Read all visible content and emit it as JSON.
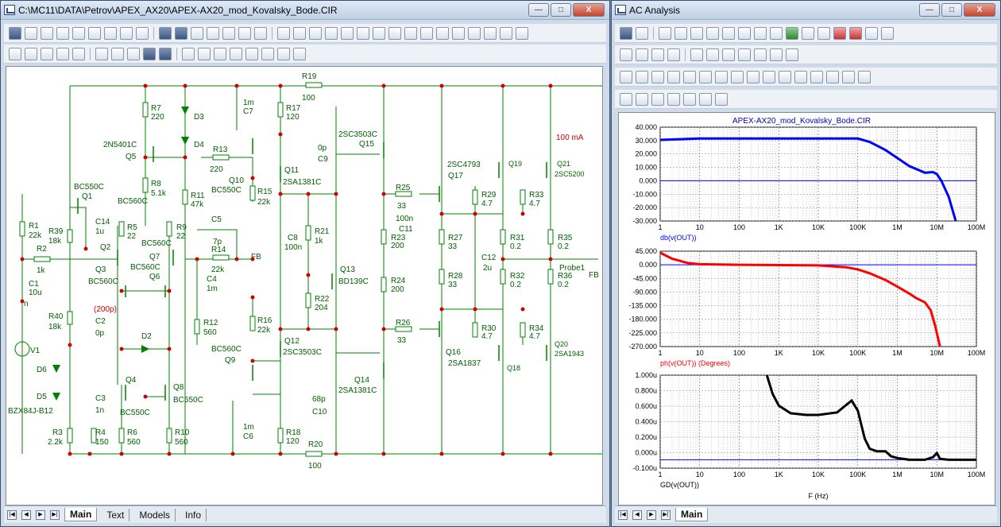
{
  "schematic_window": {
    "title": "C:\\MC11\\DATA\\Petrov\\APEX_AX20\\APEX-AX20_mod_Kovalsky_Bode.CIR",
    "tabs": [
      "Main",
      "Text",
      "Models",
      "Info"
    ]
  },
  "analysis_window": {
    "title": "AC Analysis",
    "tab": "Main",
    "chart_title": "APEX-AX20_mod_Kovalsky_Bode.CIR"
  },
  "window_buttons": {
    "minimize": "—",
    "maximize": "□",
    "close": "X"
  },
  "nav_arrows": [
    "|◀",
    "◀",
    "▶",
    "▶|"
  ],
  "components": {
    "R1": "R1",
    "R1v": "22k",
    "R2": "R2",
    "R2v": "1k",
    "R39": "R39",
    "R39v": "18k",
    "R40": "R40",
    "R40v": "18k",
    "C1": "C1",
    "C1v": "10u",
    "C14": "C14",
    "C14v": "1u",
    "V1": "V1",
    "Q1": "Q1",
    "Q1t": "BC550C",
    "Q2": "Q2",
    "Q3": "Q3",
    "Q3t": "BC560C",
    "R5": "R5",
    "R5v": "22",
    "BC560Ca": "BC560C",
    "BC560Cb": "BC560C",
    "Q7": "Q7",
    "Q6": "Q6",
    "R9": "R9",
    "R9v": "22",
    "C2": "C2",
    "C2v": "0p",
    "C2note": "(200p)",
    "D2": "D2",
    "D6": "D6",
    "D5": "D5",
    "D5t": "BZX84J-B12",
    "C3": "C3",
    "C3v": "1n",
    "Q4": "Q4",
    "Q4t": "BC550C",
    "Q8": "Q8",
    "Q8t": "BC550C",
    "R3": "R3",
    "R3v": "2.2k",
    "R4": "R4",
    "R4v": "150",
    "R6": "R6",
    "R6v": "560",
    "R10": "R10",
    "R10v": "560",
    "R7": "R7",
    "R7v": "220",
    "D3": "D3",
    "D4": "D4",
    "Q5": "Q5",
    "Q5t": "2N5401C",
    "R8": "R8",
    "R8v": "5.1k",
    "R11": "R11",
    "R11v": "47k",
    "R13": "R13",
    "R13v": "220",
    "C5": "C5",
    "C5v": "7p",
    "R14": "R14",
    "R14v": "22k",
    "C4": "C4",
    "C4v": "1m",
    "R12": "R12",
    "R12v": "560",
    "C7": "C7",
    "C7v": "1m",
    "R17": "R17",
    "R17v": "120",
    "Q10": "Q10",
    "Q10t": "BC550C",
    "Q11": "Q11",
    "Q11t": "2SA1381C",
    "R15": "R15",
    "R15v": "22k",
    "C8": "C8",
    "C8v": "100n",
    "R16": "R16",
    "R16v": "22k",
    "Q9": "Q9",
    "Q9t": "BC560C",
    "Q12": "Q12",
    "Q12t": "2SC3503C",
    "C6": "C6",
    "C6v": "1m",
    "R18": "R18",
    "R18v": "120",
    "R19": "R19",
    "R19v": "100",
    "R20": "R20",
    "R20v": "100",
    "C9": "C9",
    "C9v": "0p",
    "R21": "R21",
    "R21v": "1k",
    "Q13": "Q13",
    "Q13t": "BD139C",
    "R22": "R22",
    "R22v": "204",
    "C10": "C10",
    "C10v": "68p",
    "Q15": "Q15",
    "Q15t": "2SC3503C",
    "Q14": "Q14",
    "Q14t": "2SA1381C",
    "R25": "R25",
    "R25v": "33",
    "R26": "R26",
    "R26v": "33",
    "C11": "C11",
    "C11v": "100n",
    "R23": "R23",
    "R23v": "200",
    "R24": "R24",
    "R24v": "200",
    "R27": "R27",
    "R27v": "33",
    "R28": "R28",
    "R28v": "33",
    "Q17": "Q17",
    "Q17t": "2SC4793",
    "Q16": "Q16",
    "Q16t": "2SA1837",
    "Q19": "Q19",
    "Q18": "Q18",
    "R29": "R29",
    "R29v": "4.7",
    "R30": "R30",
    "R30v": "4.7",
    "C12": "C12",
    "C12v": "2u",
    "R31": "R31",
    "R31v": "0.2",
    "R32": "R32",
    "R32v": "0.2",
    "Q21": "Q21",
    "Q21t": "2SC5200",
    "Q20": "Q20",
    "Q20t": "2SA1943",
    "R33": "R33",
    "R33v": "4.7",
    "R34": "R34",
    "R34v": "4.7",
    "R35": "R35",
    "R35v": "0.2",
    "R36": "R36",
    "R36v": "0.2",
    "Probe": "Probe1",
    "FB": "FB",
    "current": "100 mA",
    "nlabel": "n"
  },
  "chart_data": [
    {
      "type": "line",
      "title": "APEX-AX20_mod_Kovalsky_Bode.CIR",
      "ylabel": "db(v(OUT))",
      "x_scale": "log",
      "x": [
        1,
        10,
        100,
        1000,
        10000,
        30000,
        100000,
        200000,
        500000,
        1000000,
        2000000,
        5000000,
        8000000,
        10000000,
        13000000,
        20000000,
        30000000
      ],
      "values": [
        30.5,
        31.6,
        31.6,
        31.6,
        31.6,
        31.6,
        31.5,
        29,
        23,
        17,
        11,
        6,
        6.5,
        5,
        0,
        -12,
        -30
      ],
      "ylim": [
        -30,
        40
      ],
      "yticks": [
        "40.000",
        "30.000",
        "20.000",
        "10.000",
        "0.000",
        "-10.000",
        "-20.000",
        "-30.000"
      ],
      "xticks": [
        "1",
        "10",
        "100",
        "1K",
        "10K",
        "100K",
        "1M",
        "10M",
        "100M"
      ],
      "color": "#0000ff"
    },
    {
      "type": "line",
      "ylabel": "ph(v(OUT)) (Degrees)",
      "x_scale": "log",
      "x": [
        1,
        2,
        5,
        10,
        100,
        1000,
        10000,
        50000,
        100000,
        200000,
        500000,
        1000000,
        2000000,
        3000000,
        5000000,
        7000000,
        9000000,
        12000000
      ],
      "values": [
        40,
        20,
        6,
        2,
        0,
        -1,
        -2,
        -8,
        -15,
        -28,
        -50,
        -72,
        -95,
        -110,
        -124,
        -150,
        -200,
        -270
      ],
      "ylim": [
        -270,
        45
      ],
      "yticks": [
        "45.000",
        "0.000",
        "-45.000",
        "-90.000",
        "-135.000",
        "-180.000",
        "-225.000",
        "-270.000"
      ],
      "xticks": [
        "1",
        "10",
        "100",
        "1K",
        "10K",
        "100K",
        "1M",
        "10M",
        "100M"
      ],
      "color": "#ff0000"
    },
    {
      "type": "line",
      "ylabel": "GD(v(OUT))",
      "xlabel": "F (Hz)",
      "x_scale": "log",
      "x": [
        500,
        700,
        1000,
        2000,
        5000,
        10000,
        30000,
        70000,
        100000,
        150000,
        200000,
        300000,
        500000,
        700000,
        1000000,
        2000000,
        5000000,
        8000000,
        10000000,
        12000000,
        20000000,
        100000000
      ],
      "values": [
        1.0,
        0.78,
        0.64,
        0.55,
        0.53,
        0.53,
        0.56,
        0.7,
        0.58,
        0.25,
        0.13,
        0.1,
        0.1,
        0.04,
        0.02,
        0.0,
        0.0,
        0.03,
        0.08,
        0.01,
        0.0,
        0.0
      ],
      "ylim": [
        -0.1,
        1.0
      ],
      "yticks": [
        "1.000u",
        "0.800u",
        "0.600u",
        "0.400u",
        "0.200u",
        "0.000u",
        "-0.100u"
      ],
      "xticks": [
        "1",
        "10",
        "100",
        "1K",
        "10K",
        "100K",
        "1M",
        "10M",
        "100M"
      ],
      "color": "#000000"
    }
  ]
}
